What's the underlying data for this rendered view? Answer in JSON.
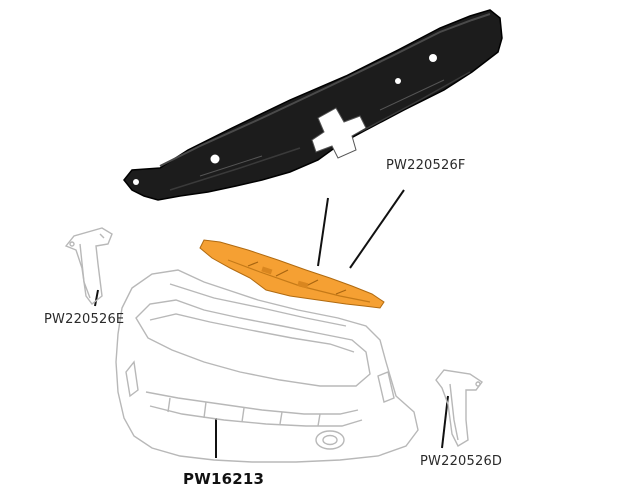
{
  "labels": {
    "top_shield": "PW220526F",
    "left_bracket": "PW220526E",
    "right_bracket": "PW220526D",
    "bumper": "PW16213"
  },
  "colors": {
    "shield_dark": "#1c1c1c",
    "highlight_orange": "#f5a033",
    "outline_gray": "#b8b8b8",
    "leader_line": "#111111"
  }
}
